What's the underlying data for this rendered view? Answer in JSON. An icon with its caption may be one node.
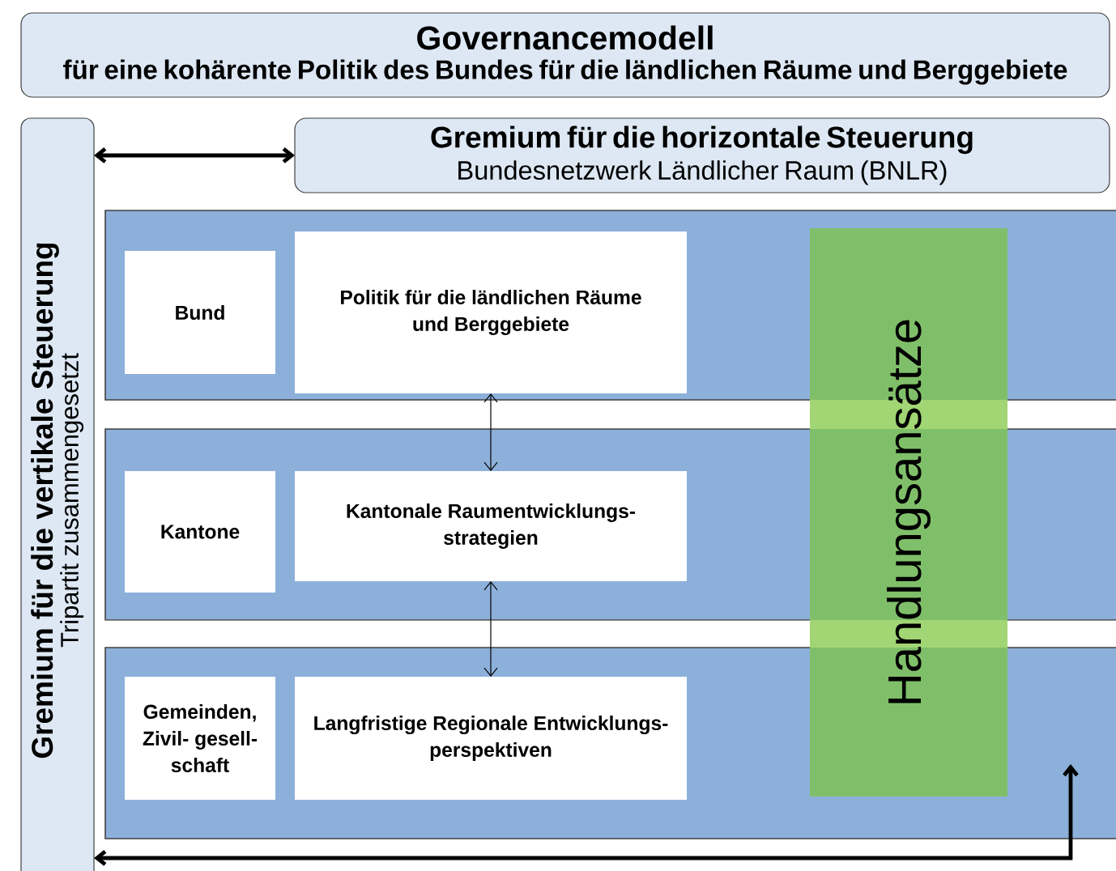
{
  "diagram": {
    "nodes": [
      {
        "text": [
          "Governancemodell",
          "für eine kohärente Politik des Bundes für die ländlichen Räume und Berggebiete"
        ]
      },
      {
        "text": [
          "Gremium für die vertikale Steuerung",
          "Tripartit zusammengesetzt"
        ]
      },
      {
        "text": [
          "Gremium für die horizontale Steuerung",
          "Bundesnetzwerk Ländlicher Raum (BNLR)"
        ]
      },
      {
        "text": [],
        "shape": "box"
      },
      {
        "text": [
          "Bund"
        ],
        "in": 3
      },
      {
        "text": [
          "Politik für die ländlichen Räume und Berggebiete"
        ],
        "in": 3
      },
      {
        "text": [],
        "shape": "box"
      },
      {
        "text": [
          "Kantone"
        ],
        "in": 6
      },
      {
        "text": [
          "Kantonale Raumentwicklungs- strategien"
        ],
        "in": 6
      },
      {
        "text": [],
        "shape": "box"
      },
      {
        "text": [
          "Gemeinden, Zivil- gesell- schaft"
        ],
        "in": 9
      },
      {
        "text": [
          "Langfristige Regionale Entwicklungs- perspektiven"
        ],
        "in": 9
      },
      {
        "text": [
          "Handlungsansätze"
        ]
      }
    ],
    "edges": [
      {
        "from": 1,
        "to": 2,
        "arrow": "both",
        "style": "thick"
      },
      {
        "from": 5,
        "to": 8,
        "arrow": "both"
      },
      {
        "from": 8,
        "to": 11,
        "arrow": "both"
      },
      {
        "from": 1,
        "to": 9,
        "arrow": "both",
        "style": "thick"
      }
    ]
  }
}
